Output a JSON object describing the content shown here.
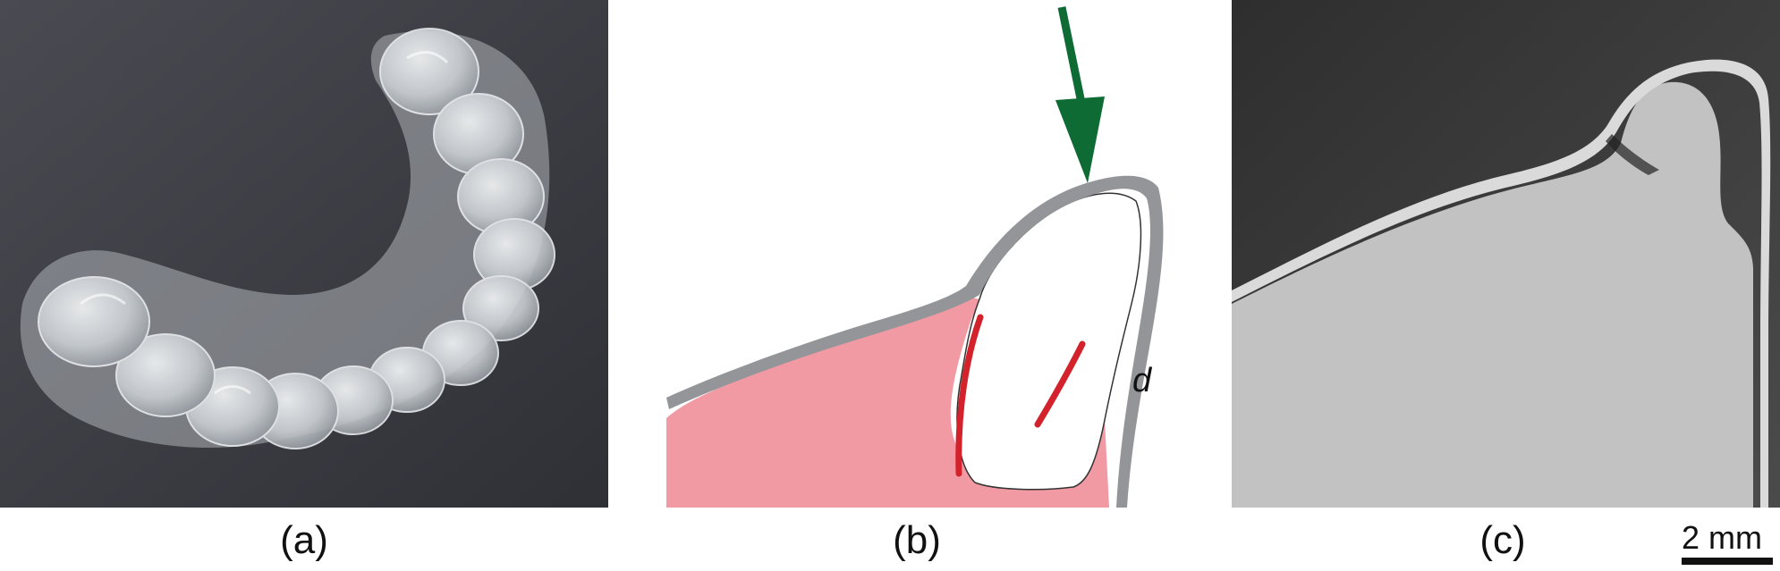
{
  "figure": {
    "panels": [
      {
        "id": "a",
        "label": "(a)",
        "content": "photo of clear thermoformed dental aligner on dark background"
      },
      {
        "id": "b",
        "label": "(b)",
        "content": "schematic cross-section of tooth, gingiva and aligner shell with load arrow",
        "annotation": "d"
      },
      {
        "id": "c",
        "label": "(c)",
        "content": "grayscale micro-CT slice of aligner over tooth",
        "scale_bar": "2 mm"
      }
    ]
  },
  "colors": {
    "background": "#ffffff",
    "photo_bg": "#3c3d44",
    "aligner_clear": "#d9dde0",
    "aligner_shell_gray": "#949599",
    "gingiva_pink": "#f29aa4",
    "ligament_red": "#d3222b",
    "arrow_green": "#0e6b34",
    "ct_dark": "#3a3a3a",
    "ct_tooth": "#c4c4c4",
    "ct_shell": "#d8d8d8"
  }
}
